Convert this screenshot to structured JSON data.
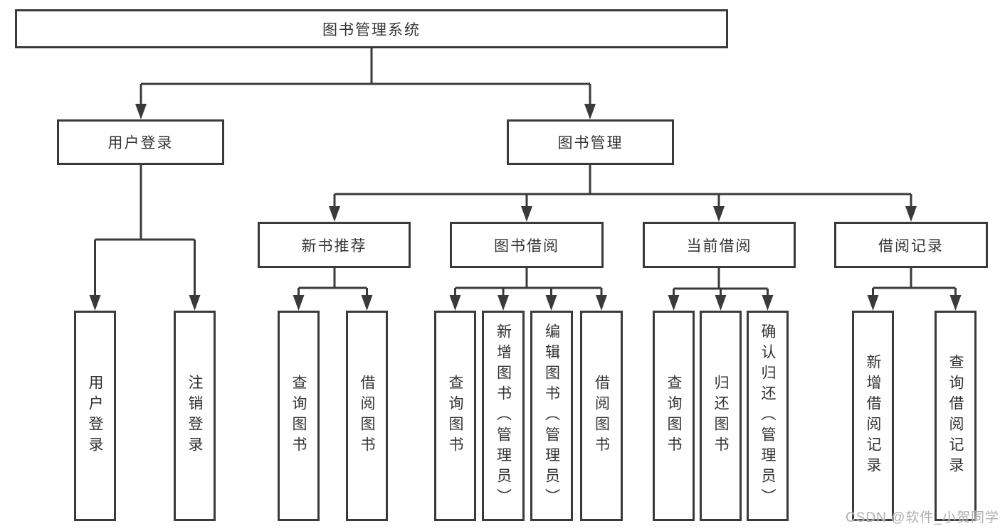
{
  "diagram": {
    "root": {
      "label": "图书管理系统"
    },
    "level2": [
      {
        "label": "用户登录",
        "children": [
          "用户登录",
          "注销登录"
        ]
      },
      {
        "label": "图书管理"
      }
    ],
    "level3": [
      {
        "label": "新书推荐",
        "children": [
          "查询图书",
          "借阅图书"
        ]
      },
      {
        "label": "图书借阅",
        "children": [
          "查询图书",
          "新增图书（管理员）",
          "编辑图书（管理员）",
          "借阅图书"
        ]
      },
      {
        "label": "当前借阅",
        "children": [
          "查询图书",
          "归还图书",
          "确认归还（管理员）"
        ]
      },
      {
        "label": "借阅记录",
        "children": [
          "新增借阅记录",
          "查询借阅记录"
        ]
      }
    ]
  },
  "watermark": {
    "text": "CSDN @软件_小贺同学"
  },
  "colors": {
    "line": "#3a3a3a",
    "text": "#333333",
    "background": "#ffffff",
    "watermark": "#a8a8a8"
  }
}
